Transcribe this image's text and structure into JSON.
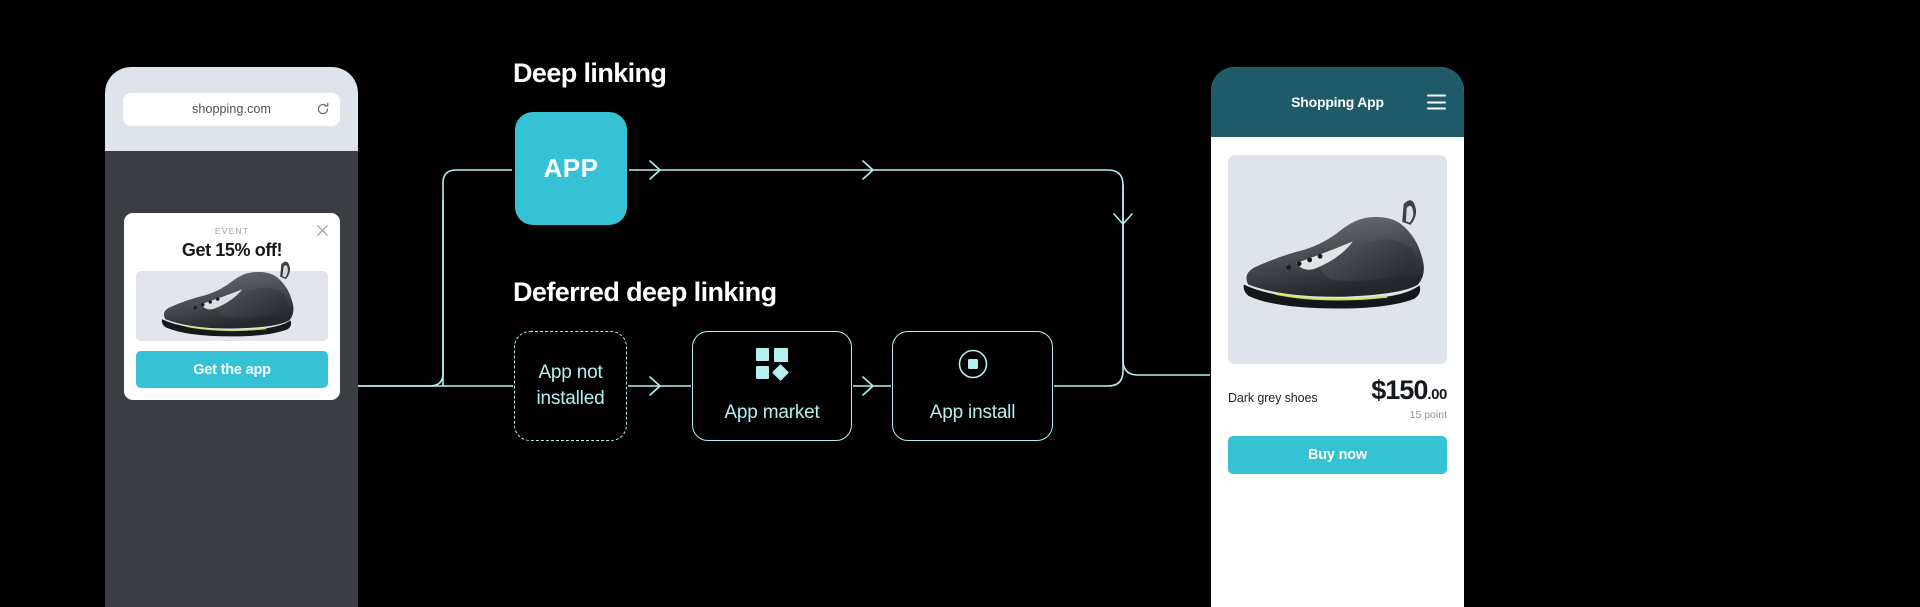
{
  "background_color": "#000000",
  "accent_cyan": "#34c2d4",
  "line_color": "#b6efef",
  "left_phone": {
    "browser": {
      "url": "shopping.com",
      "reload_icon": "reload-icon"
    },
    "modal": {
      "close_icon": "close-icon",
      "eyebrow": "EVENT",
      "headline": "Get 15% off!",
      "image_alt": "dark-grey-sneaker",
      "cta_label": "Get the app"
    }
  },
  "diagram": {
    "deep_linking": {
      "title": "Deep linking",
      "app_box_label": "APP"
    },
    "deferred_deep_linking": {
      "title": "Deferred deep linking",
      "nodes": [
        {
          "id": "app-not-installed",
          "label": "App not\ninstalled",
          "icon": "",
          "border": "dashed"
        },
        {
          "id": "app-market",
          "label": "App market",
          "icon": "app-market-grid-icon",
          "border": "solid"
        },
        {
          "id": "app-install",
          "label": "App install",
          "icon": "app-install-circle-icon",
          "border": "solid"
        }
      ]
    }
  },
  "right_phone": {
    "header": {
      "title": "Shopping App",
      "menu_icon": "hamburger-menu-icon"
    },
    "product": {
      "image_alt": "dark-grey-sneaker",
      "name": "Dark grey shoes",
      "price_main": "$150",
      "price_cents": ".00",
      "points": "15 point",
      "buy_label": "Buy now"
    }
  }
}
